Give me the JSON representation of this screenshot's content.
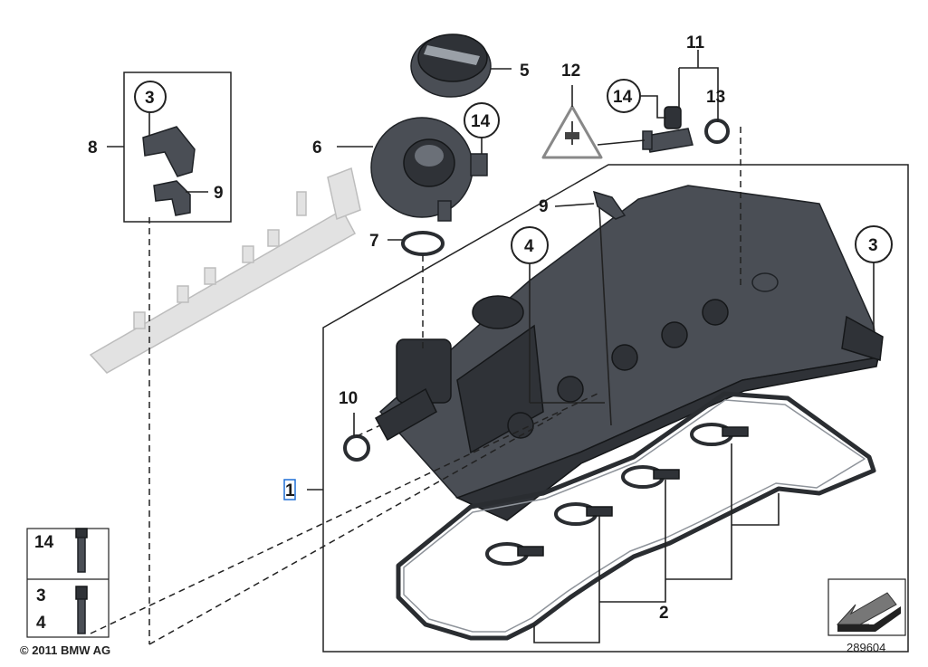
{
  "labels": {
    "l1": "1",
    "l2": "2",
    "l3a": "3",
    "l3b": "3",
    "l3c": "3",
    "l4": "4",
    "l5": "5",
    "l6": "6",
    "l7": "7",
    "l8": "8",
    "l9a": "9",
    "l9b": "9",
    "l10": "10",
    "l11": "11",
    "l12": "12",
    "l13": "13",
    "l14a": "14",
    "l14b": "14"
  },
  "legend": {
    "row1": "14",
    "row2a": "3",
    "row2b": "4"
  },
  "copyright": "© 2011 BMW AG",
  "diagram_id": "289604",
  "colors": {
    "selection_highlight": "#1f6fd6",
    "part_fill": "#4a4e55",
    "rail_fill": "#e2e2e2"
  }
}
